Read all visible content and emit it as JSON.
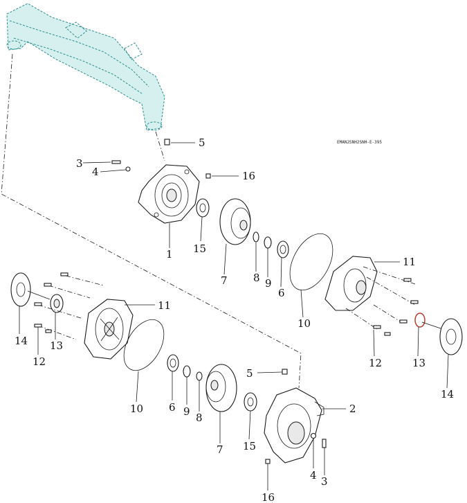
{
  "drawing_code": "EMAN2SNH2SNH-E-395",
  "labels_top": {
    "l5": "5",
    "l3": "3",
    "l4": "4",
    "l16": "16",
    "l1": "1",
    "l15": "15",
    "l7": "7",
    "l8": "8",
    "l9": "9",
    "l6": "6",
    "l10": "10",
    "l11": "11",
    "l12": "12",
    "l13": "13",
    "l14": "14"
  },
  "labels_bottom": {
    "l14": "14",
    "l12": "12",
    "l13": "13",
    "l11": "11",
    "l10": "10",
    "l6": "6",
    "l9": "9",
    "l8": "8",
    "l7": "7",
    "l5": "5",
    "l15": "15",
    "l2": "2",
    "l4": "4",
    "l3": "3",
    "l16": "16"
  }
}
